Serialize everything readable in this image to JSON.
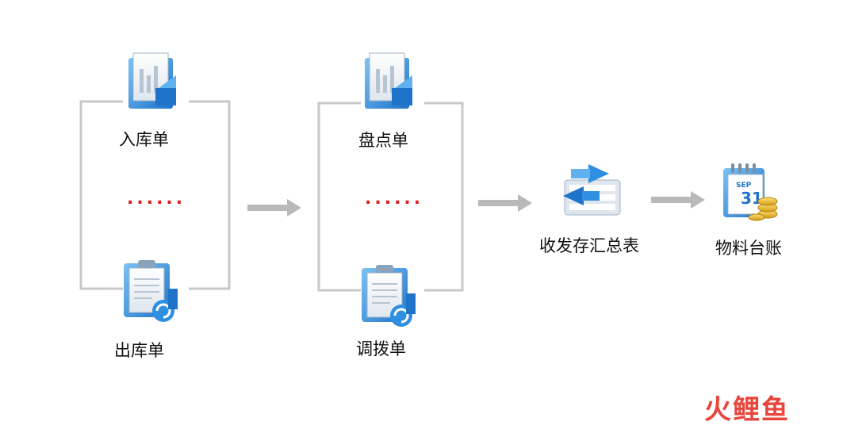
{
  "group_left": {
    "top_label": "入库单",
    "dots": "......",
    "bottom_label": "出库单"
  },
  "group_middle": {
    "top_label": "盘点单",
    "dots": "......",
    "bottom_label": "调拨单"
  },
  "summary": {
    "label": "收发存汇总表"
  },
  "ledger": {
    "label": "物料台账"
  },
  "watermark": {
    "text": "火鲤鱼"
  },
  "colors": {
    "bracket": "#c8c8c8",
    "arrow": "#b9b9b9",
    "dots": "#e0201c",
    "icon_blue": "#2f8fe0",
    "watermark": "#e8453c"
  },
  "icons": {
    "report": "report-icon",
    "clipboard": "clipboard-icon",
    "summary": "summary-table-icon",
    "calendar": "calendar-icon",
    "calendar_month": "SEP",
    "calendar_day": "31"
  }
}
